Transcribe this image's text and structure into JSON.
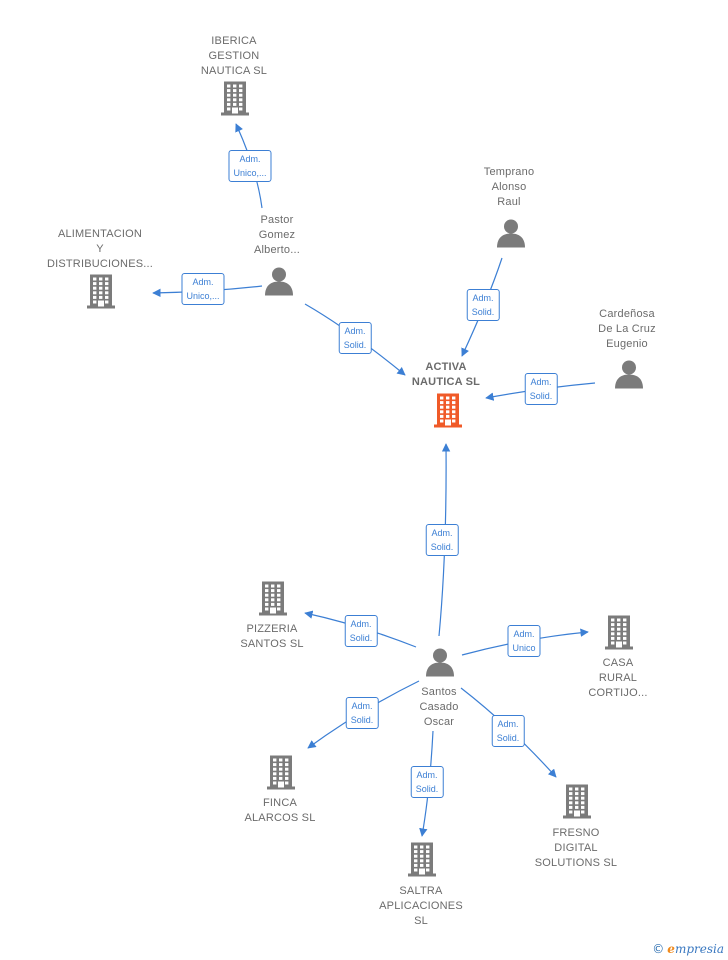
{
  "nodes": {
    "activa": {
      "type": "company",
      "label": "ACTIVA\nNAUTICA  SL",
      "center": true
    },
    "iberica": {
      "type": "company",
      "label": "IBERICA\nGESTION\nNAUTICA  SL"
    },
    "alimentacion": {
      "type": "company",
      "label": "ALIMENTACION\nY\nDISTRIBUCIONES..."
    },
    "pastor": {
      "type": "person",
      "label": "Pastor\nGomez\nAlberto..."
    },
    "temprano": {
      "type": "person",
      "label": "Temprano\nAlonso\nRaul"
    },
    "cardenosa": {
      "type": "person",
      "label": "Cardeñosa\nDe La Cruz\nEugenio"
    },
    "santos": {
      "type": "person",
      "label": "Santos\nCasado\nOscar"
    },
    "pizzeria": {
      "type": "company",
      "label": "PIZZERIA\nSANTOS  SL"
    },
    "casa": {
      "type": "company",
      "label": "CASA\nRURAL\nCORTIJO..."
    },
    "finca": {
      "type": "company",
      "label": "FINCA\nALARCOS  SL"
    },
    "saltra": {
      "type": "company",
      "label": "SALTRA\nAPLICACIONES\nSL"
    },
    "fresno": {
      "type": "company",
      "label": "FRESNO\nDIGITAL\nSOLUTIONS  SL"
    }
  },
  "edges": [
    {
      "from": "pastor",
      "to": "iberica",
      "label": "Adm.\nUnico,..."
    },
    {
      "from": "pastor",
      "to": "alimentacion",
      "label": "Adm.\nUnico,..."
    },
    {
      "from": "pastor",
      "to": "activa",
      "label": "Adm.\nSolid."
    },
    {
      "from": "temprano",
      "to": "activa",
      "label": "Adm.\nSolid."
    },
    {
      "from": "cardenosa",
      "to": "activa",
      "label": "Adm.\nSolid."
    },
    {
      "from": "santos",
      "to": "activa",
      "label": "Adm.\nSolid."
    },
    {
      "from": "santos",
      "to": "pizzeria",
      "label": "Adm.\nSolid."
    },
    {
      "from": "santos",
      "to": "casa",
      "label": "Adm.\nUnico"
    },
    {
      "from": "santos",
      "to": "finca",
      "label": "Adm.\nSolid."
    },
    {
      "from": "santos",
      "to": "saltra",
      "label": "Adm.\nSolid."
    },
    {
      "from": "santos",
      "to": "fresno",
      "label": "Adm.\nSolid."
    }
  ],
  "colors": {
    "edge": "#3c7fd4",
    "node": "#7b7b7b",
    "center": "#f05a28"
  },
  "footer": {
    "copyright": "©",
    "brand_initial": "e",
    "brand_rest": "mpresia"
  }
}
